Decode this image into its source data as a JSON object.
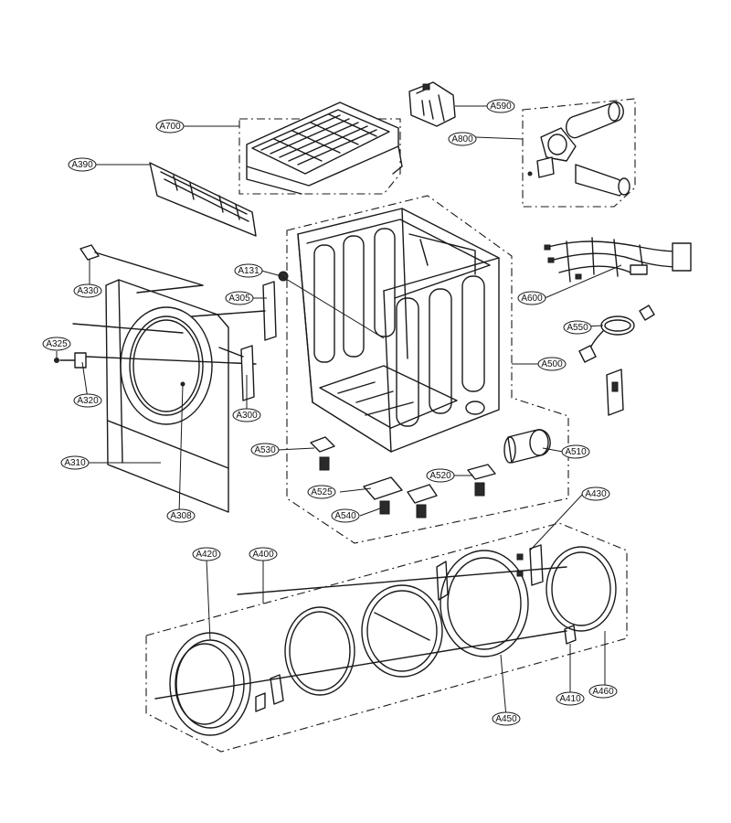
{
  "diagram": {
    "colors": {
      "line": "#1a1a1a",
      "background": "#ffffff"
    },
    "callouts": [
      {
        "id": "A700",
        "label": "A700"
      },
      {
        "id": "A590",
        "label": "A590"
      },
      {
        "id": "A800",
        "label": "A800"
      },
      {
        "id": "A390",
        "label": "A390"
      },
      {
        "id": "A131",
        "label": "A131"
      },
      {
        "id": "A330",
        "label": "A330"
      },
      {
        "id": "A305",
        "label": "A305"
      },
      {
        "id": "A600",
        "label": "A600"
      },
      {
        "id": "A325",
        "label": "A325"
      },
      {
        "id": "A550",
        "label": "A550"
      },
      {
        "id": "A500",
        "label": "A500"
      },
      {
        "id": "A320",
        "label": "A320"
      },
      {
        "id": "A300",
        "label": "A300"
      },
      {
        "id": "A530",
        "label": "A530"
      },
      {
        "id": "A510",
        "label": "A510"
      },
      {
        "id": "A310",
        "label": "A310"
      },
      {
        "id": "A520",
        "label": "A520"
      },
      {
        "id": "A525",
        "label": "A525"
      },
      {
        "id": "A430",
        "label": "A430"
      },
      {
        "id": "A540",
        "label": "A540"
      },
      {
        "id": "A308",
        "label": "A308"
      },
      {
        "id": "A420",
        "label": "A420"
      },
      {
        "id": "A400",
        "label": "A400"
      },
      {
        "id": "A410",
        "label": "A410"
      },
      {
        "id": "A460",
        "label": "A460"
      },
      {
        "id": "A450",
        "label": "A450"
      }
    ]
  }
}
